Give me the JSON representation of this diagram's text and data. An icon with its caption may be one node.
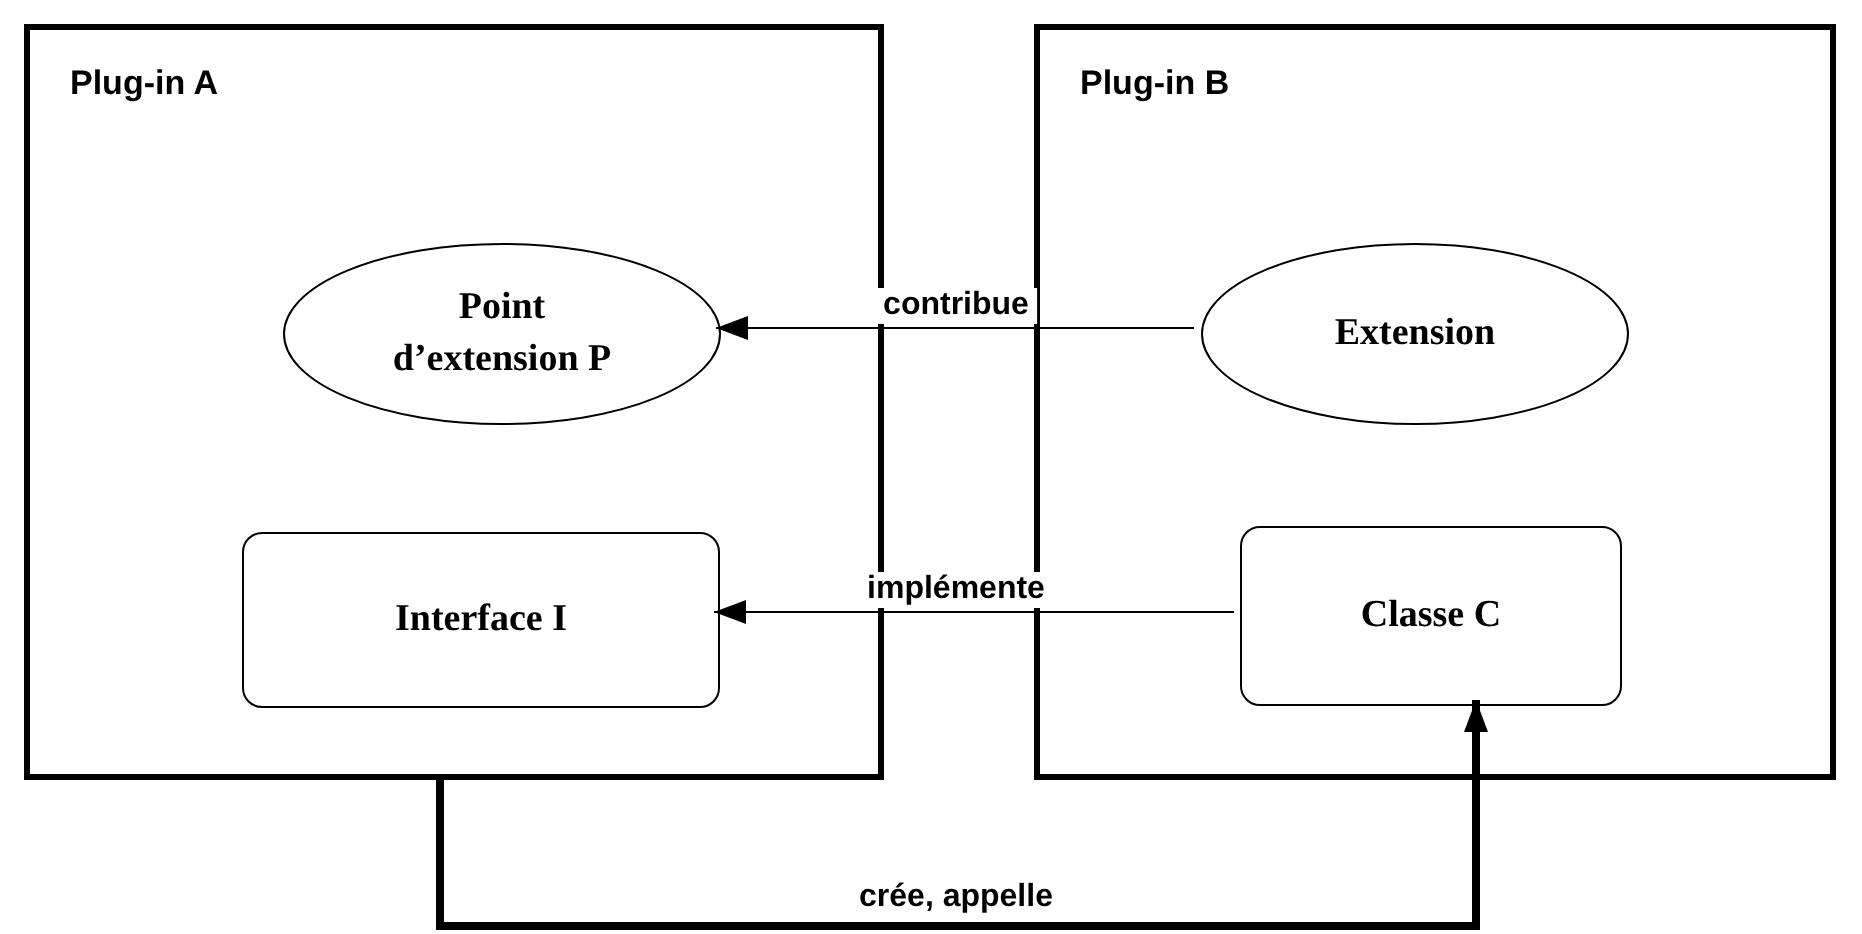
{
  "diagram": {
    "nodes": [
      {
        "text": [
          "Plug-in A"
        ]
      },
      {
        "text": [
          "Point d’extension P"
        ],
        "in": 0
      },
      {
        "text": [
          "Interface I"
        ],
        "in": 0
      },
      {
        "text": [
          "Plug-in B"
        ]
      },
      {
        "text": [
          "Extension"
        ],
        "in": 3
      },
      {
        "text": [
          "Classe C"
        ],
        "in": 3
      }
    ],
    "edges": [
      {
        "from": 4,
        "to": 1,
        "arrow": "to",
        "label": "contribue"
      },
      {
        "from": 5,
        "to": 2,
        "arrow": "to",
        "label": "implémente"
      },
      {
        "from": 0,
        "to": 5,
        "arrow": "to",
        "label": "crée, appelle",
        "style": "thick"
      }
    ]
  }
}
